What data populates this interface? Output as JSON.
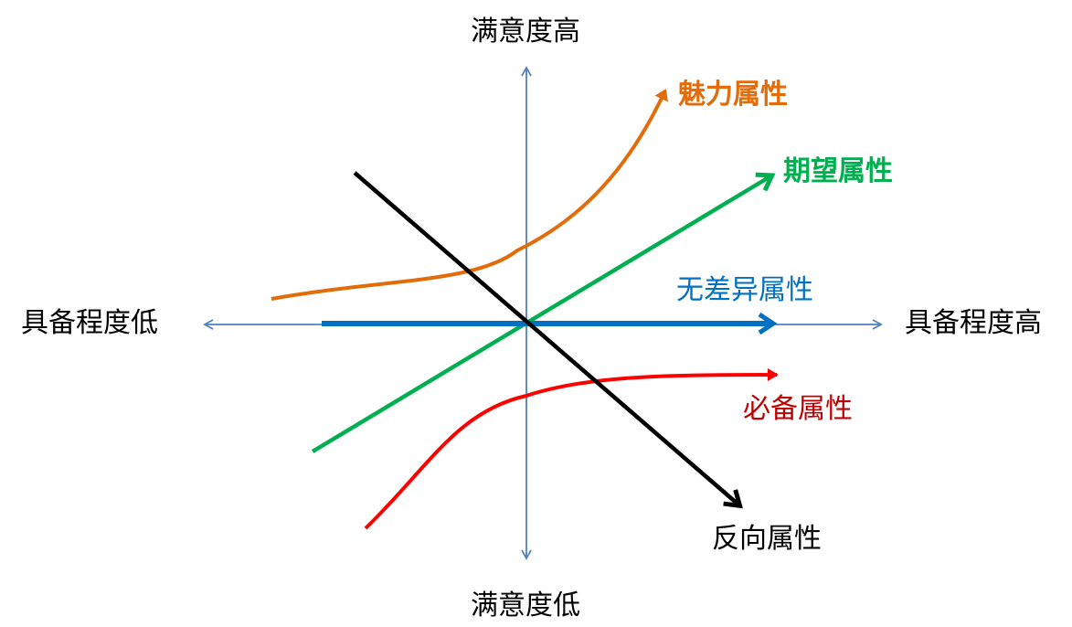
{
  "axes": {
    "y_top": "满意度高",
    "y_bottom": "满意度低",
    "x_left": "具备程度低",
    "x_right": "具备程度高",
    "axis_color": "#4f81bd"
  },
  "curves": [
    {
      "key": "attractive",
      "label": "魅力属性",
      "color": "#e36c0a"
    },
    {
      "key": "expected",
      "label": "期望属性",
      "color": "#00b050"
    },
    {
      "key": "indifferent",
      "label": "无差异属性",
      "color": "#0070c0"
    },
    {
      "key": "must",
      "label": "必备属性",
      "color": "#ff0000"
    },
    {
      "key": "reverse",
      "label": "反向属性",
      "color": "#000000"
    }
  ]
}
